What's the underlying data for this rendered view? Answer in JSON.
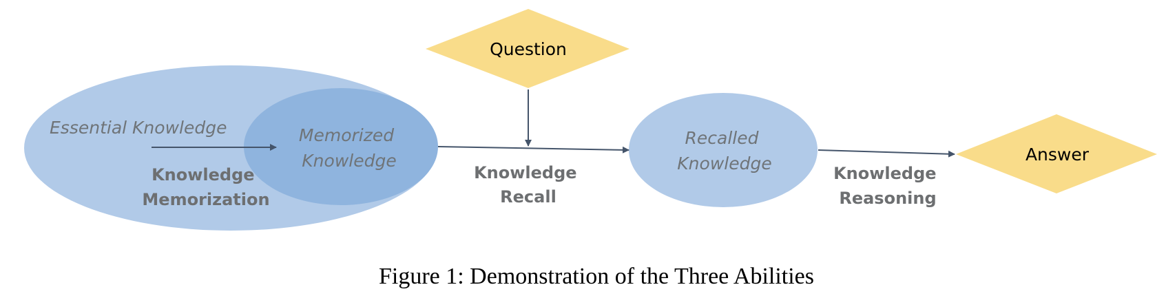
{
  "diagram": {
    "nodes": {
      "essential_knowledge": "Essential Knowledge",
      "memorized_knowledge": [
        "Memorized",
        "Knowledge"
      ],
      "question": "Question",
      "recalled_knowledge": [
        "Recalled",
        "Knowledge"
      ],
      "answer": "Answer"
    },
    "edges": {
      "knowledge_memorization": [
        "Knowledge",
        "Memorization"
      ],
      "knowledge_recall": [
        "Knowledge",
        "Recall"
      ],
      "knowledge_reasoning": [
        "Knowledge",
        "Reasoning"
      ]
    },
    "colors": {
      "outer_ellipse": "#b1cae8",
      "inner_ellipse": "#8fb4de",
      "diamond": "#f9dc8a",
      "arrow": "#44546a"
    }
  },
  "caption": "Figure 1: Demonstration of the Three Abilities"
}
